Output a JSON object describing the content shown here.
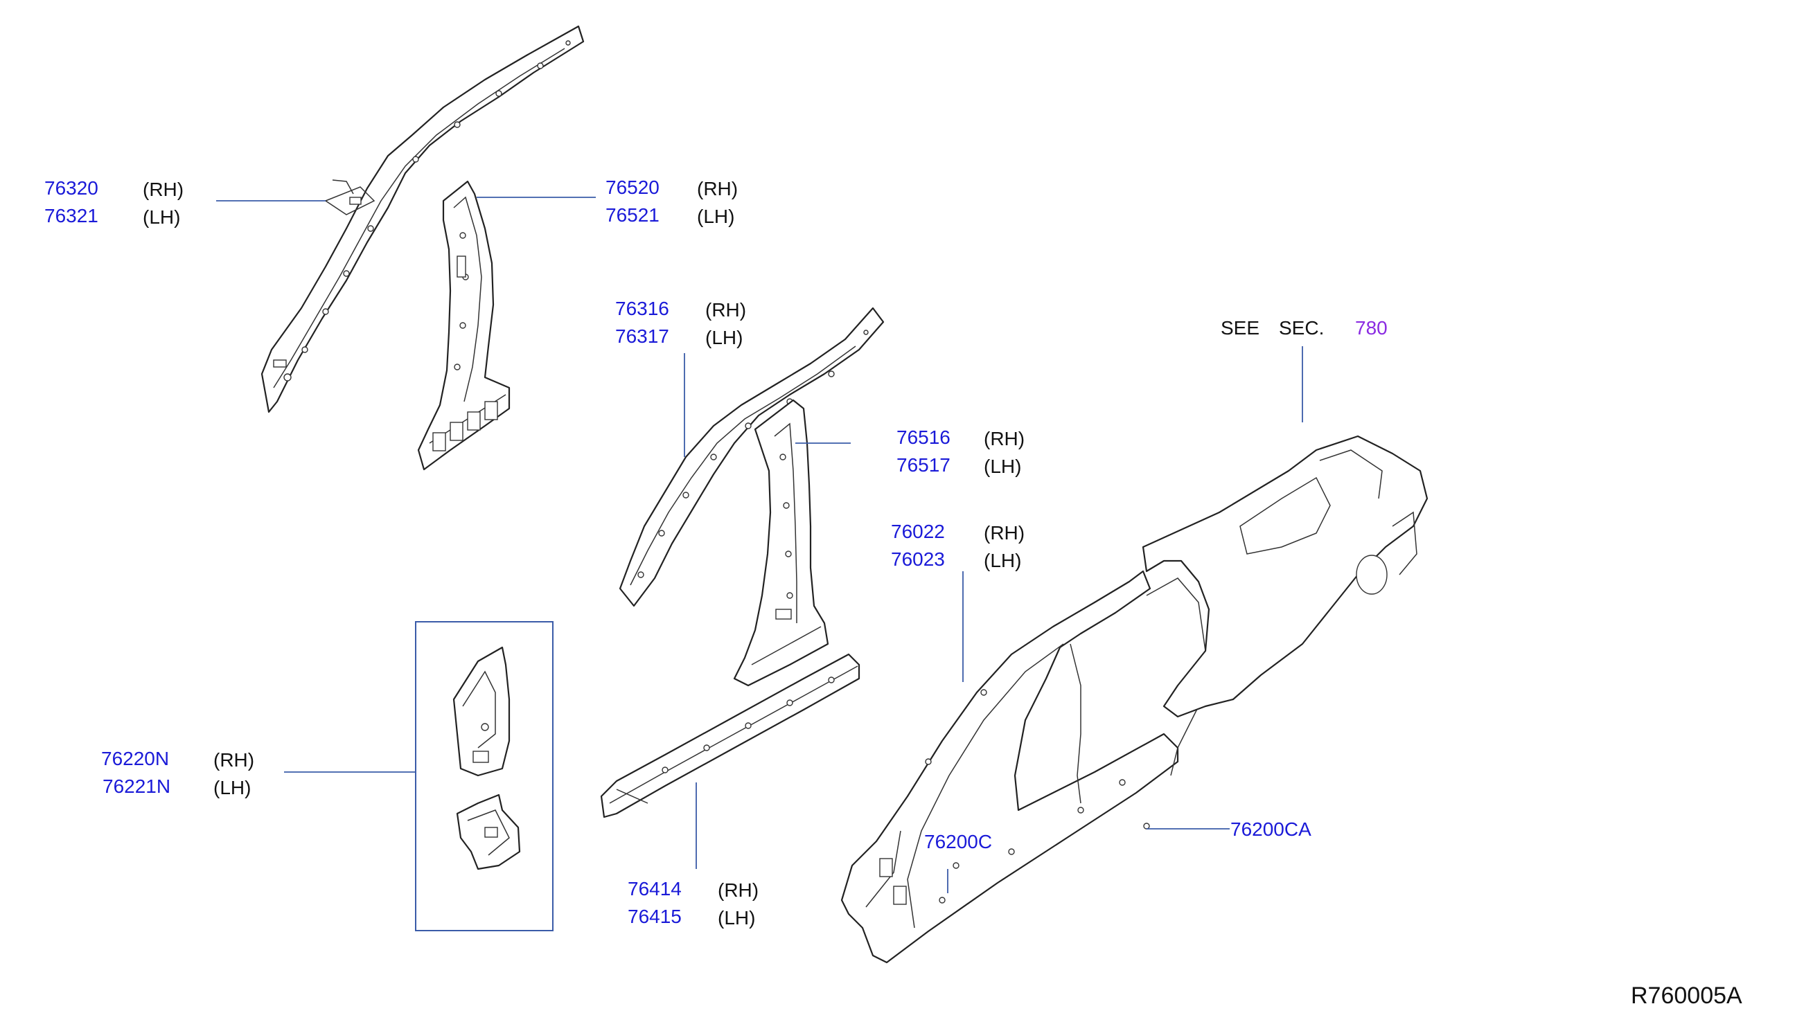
{
  "diagram": {
    "callouts": [
      {
        "id": "c76320",
        "part_numbers": [
          "76320",
          "76321"
        ],
        "sides": [
          "(RH)",
          "(LH)"
        ]
      },
      {
        "id": "c76520",
        "part_numbers": [
          "76520",
          "76521"
        ],
        "sides": [
          "(RH)",
          "(LH)"
        ]
      },
      {
        "id": "c76316",
        "part_numbers": [
          "76316",
          "76317"
        ],
        "sides": [
          "(RH)",
          "(LH)"
        ]
      },
      {
        "id": "c76516",
        "part_numbers": [
          "76516",
          "76517"
        ],
        "sides": [
          "(RH)",
          "(LH)"
        ]
      },
      {
        "id": "c76022",
        "part_numbers": [
          "76022",
          "76023"
        ],
        "sides": [
          "(RH)",
          "(LH)"
        ]
      },
      {
        "id": "c76220N",
        "part_numbers": [
          "76220N",
          "76221N"
        ],
        "sides": [
          "(RH)",
          "(LH)"
        ]
      },
      {
        "id": "c76414",
        "part_numbers": [
          "76414",
          "76415"
        ],
        "sides": [
          "(RH)",
          "(LH)"
        ]
      },
      {
        "id": "c76200C",
        "part_numbers": [
          "76200C"
        ]
      },
      {
        "id": "c76200CA",
        "part_numbers": [
          "76200CA"
        ]
      }
    ],
    "see_sec": {
      "see": "SEE",
      "sec": "SEC.",
      "number": "780"
    },
    "reference_code": "R760005A"
  }
}
